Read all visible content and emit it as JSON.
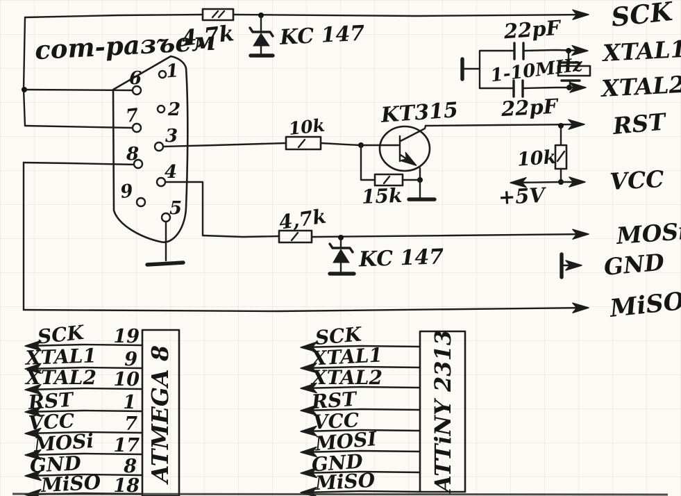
{
  "connector": {
    "title": "com-разъем",
    "pins": [
      "1",
      "2",
      "3",
      "4",
      "5",
      "6",
      "7",
      "8",
      "9"
    ]
  },
  "signals": {
    "sck": "SCK",
    "xtal1": "XTAL1",
    "xtal2": "XTAL2",
    "rst": "RST",
    "vcc": "VCC",
    "mosi": "MOSi",
    "gnd": "GND",
    "miso": "MiSO"
  },
  "parts": {
    "r_top": "4,7k",
    "zener_top": "KC 147",
    "cap_top": "22pF",
    "crystal": "1-10MHz",
    "cap_bottom": "22pF",
    "transistor": "KT315",
    "r_base": "10k",
    "r_emitter": "15k",
    "r_pullup": "10k",
    "supply": "+5V",
    "r_mosi": "4,7k",
    "zener_mosi": "KC 147"
  },
  "atmega": {
    "name": "ATMEGA 8",
    "rows": [
      {
        "signal": "SCK",
        "pin": "19"
      },
      {
        "signal": "XTAL1",
        "pin": "9"
      },
      {
        "signal": "XTAL2",
        "pin": "10"
      },
      {
        "signal": "RST",
        "pin": "1"
      },
      {
        "signal": "VCC",
        "pin": "7"
      },
      {
        "signal": "MOSi",
        "pin": "17"
      },
      {
        "signal": "GND",
        "pin": "8"
      },
      {
        "signal": "MiSO",
        "pin": "18"
      }
    ]
  },
  "attiny": {
    "name": "ATTiNY 2313",
    "rows": [
      {
        "signal": "SCK"
      },
      {
        "signal": "XTAL1"
      },
      {
        "signal": "XTAL2"
      },
      {
        "signal": "RST"
      },
      {
        "signal": "VCC"
      },
      {
        "signal": "MOSI"
      },
      {
        "signal": "GND"
      },
      {
        "signal": "MiSO"
      }
    ]
  },
  "colors": {
    "ink": "#1c1c1c",
    "paper": "#fbfaf5"
  }
}
